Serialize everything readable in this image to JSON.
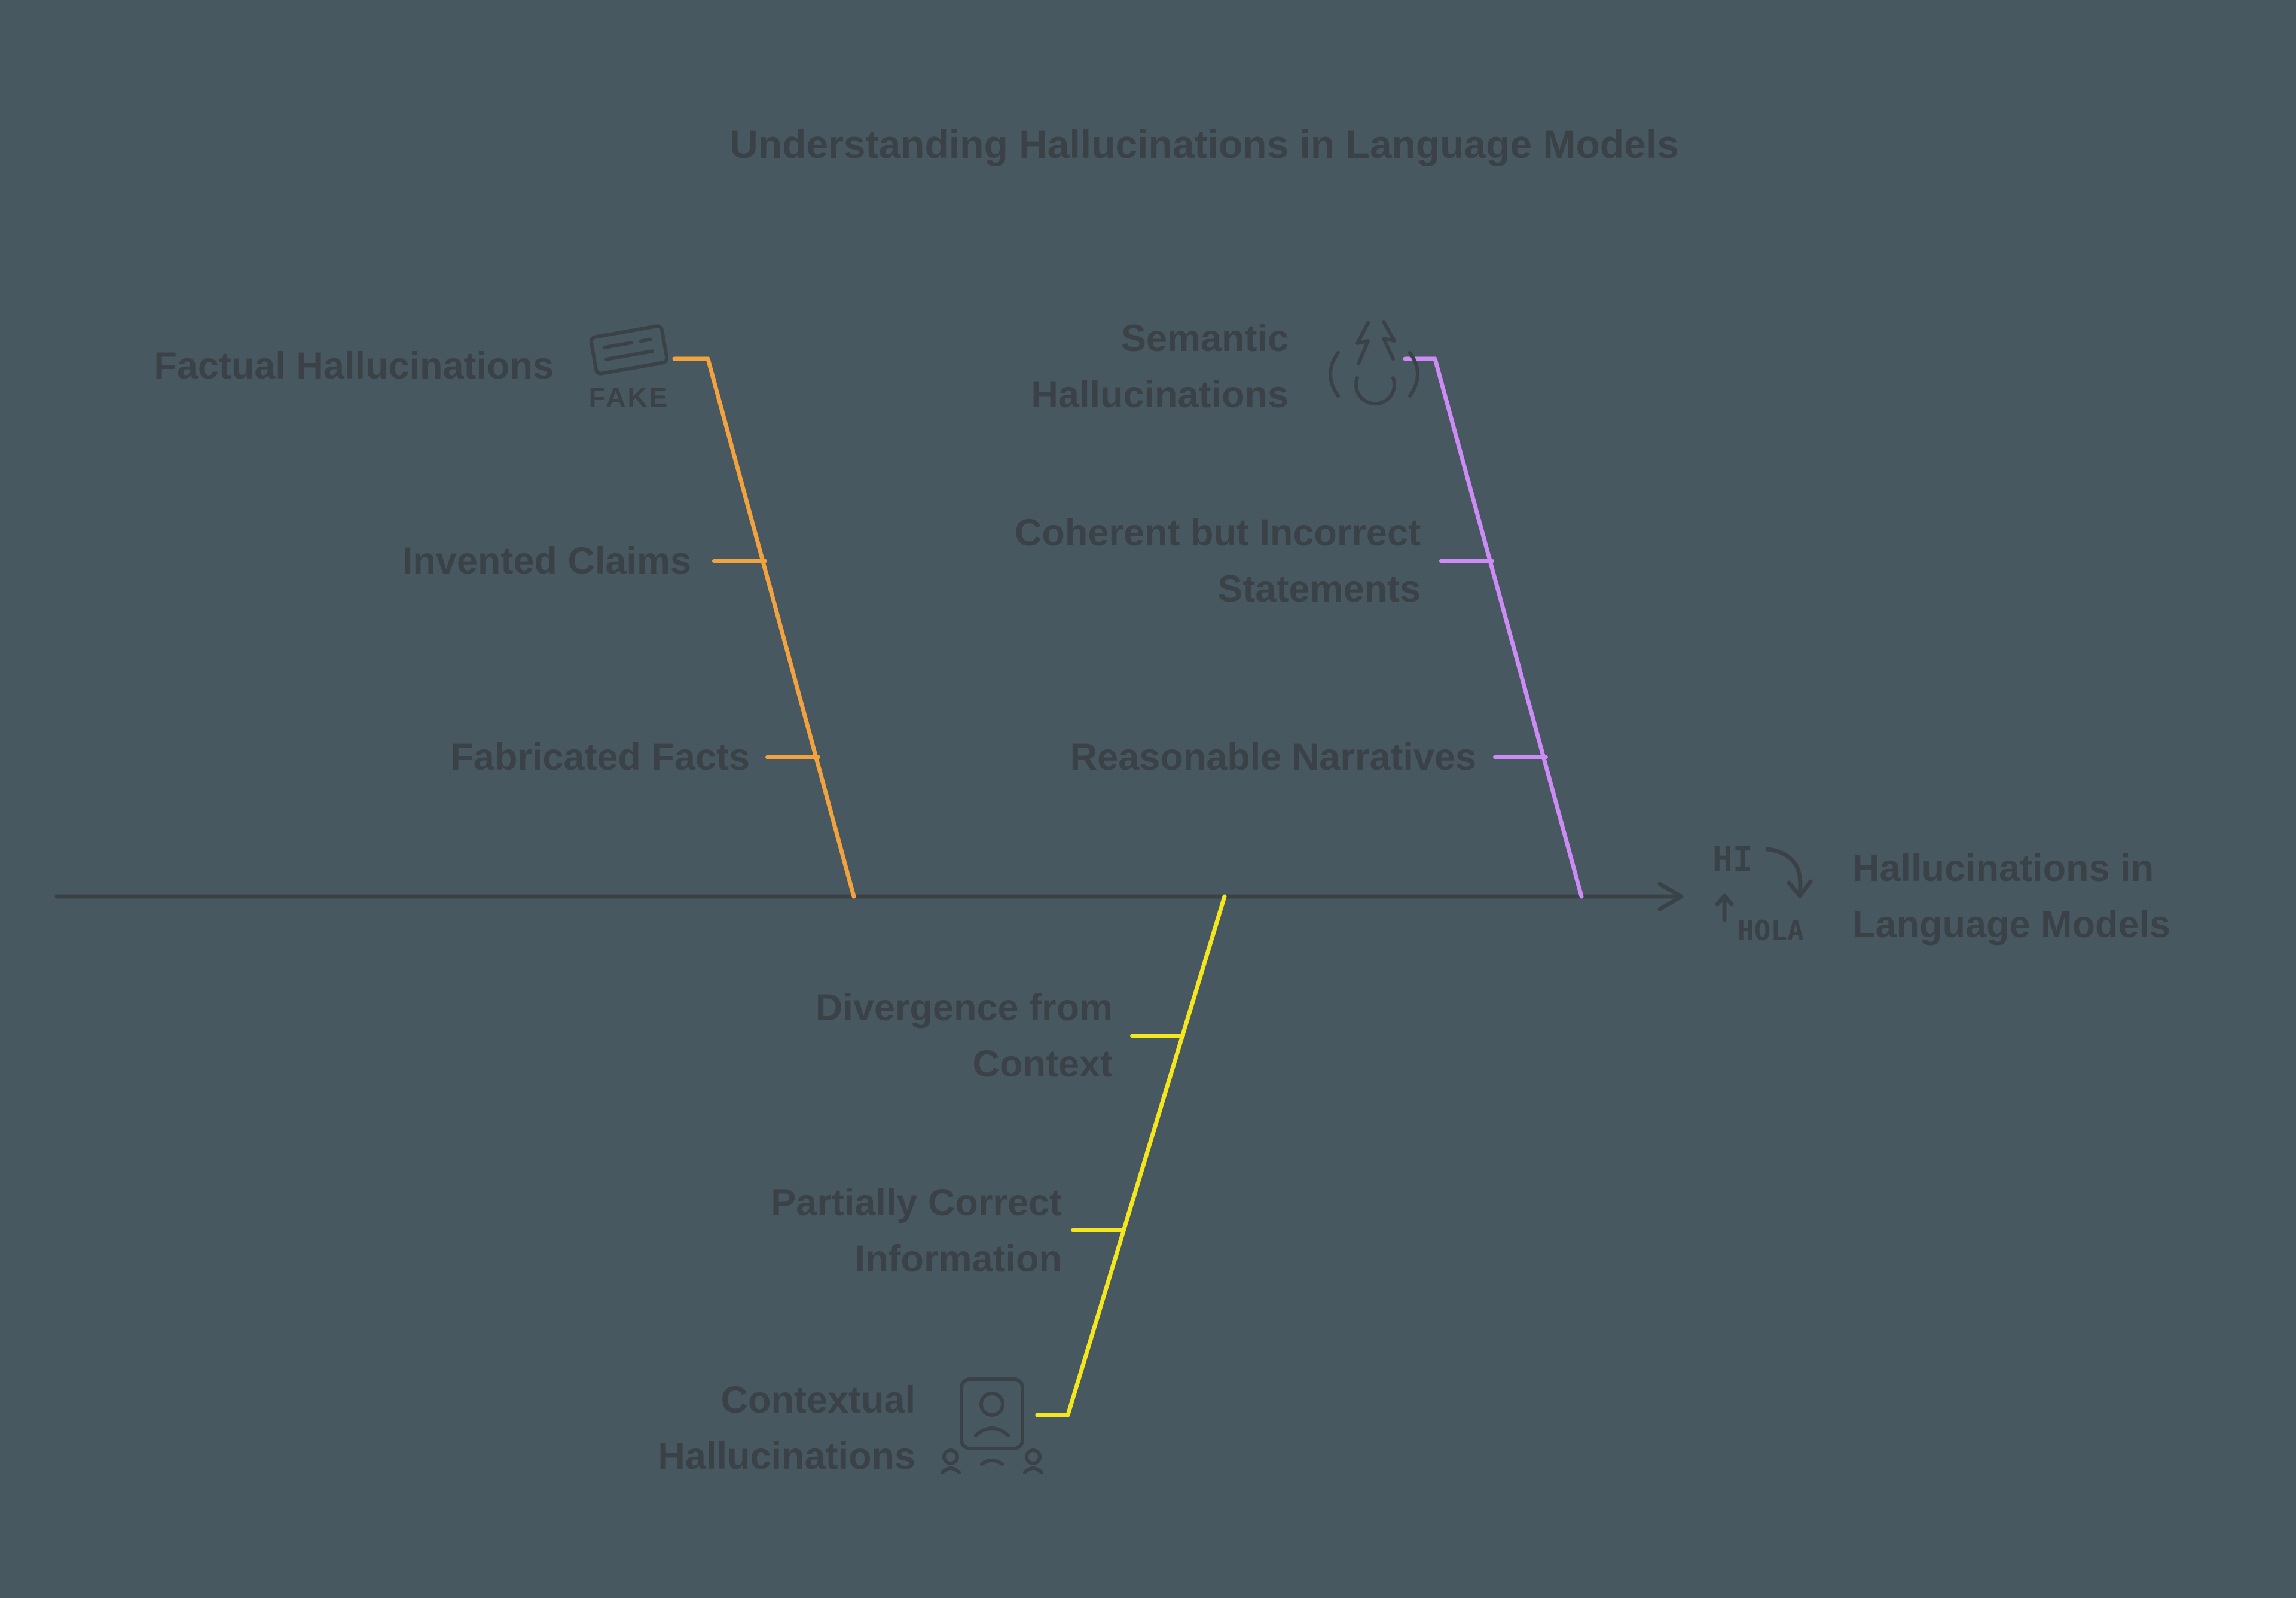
{
  "title": "Understanding Hallucinations in Language Models",
  "colors": {
    "background": "#485860",
    "ink": "#3B4247",
    "factual": "#F2A340",
    "semantic": "#CD8CF5",
    "contextual": "#F4E71F"
  },
  "effect": {
    "label": "Hallucinations in Language Models",
    "icon": "hi-hola-translation-icon"
  },
  "branches": {
    "factual": {
      "label": "Factual Hallucinations",
      "color": "#F2A340",
      "icon": "fake-news-icon",
      "items": [
        "Invented Claims",
        "Fabricated Facts"
      ]
    },
    "semantic": {
      "label": "Semantic Hallucinations",
      "color": "#CD8CF5",
      "icon": "confused-speech-icon",
      "items": [
        "Coherent but Incorrect Statements",
        "Reasonable Narratives"
      ]
    },
    "contextual": {
      "label": "Contextual Hallucinations",
      "color": "#F4E71F",
      "icon": "audience-focus-icon",
      "items": [
        "Divergence from Context",
        "Partially Correct Information"
      ]
    }
  },
  "icons": {
    "fake_text": "FAKE",
    "translation_top": "HI",
    "translation_bottom": "HOLA"
  }
}
